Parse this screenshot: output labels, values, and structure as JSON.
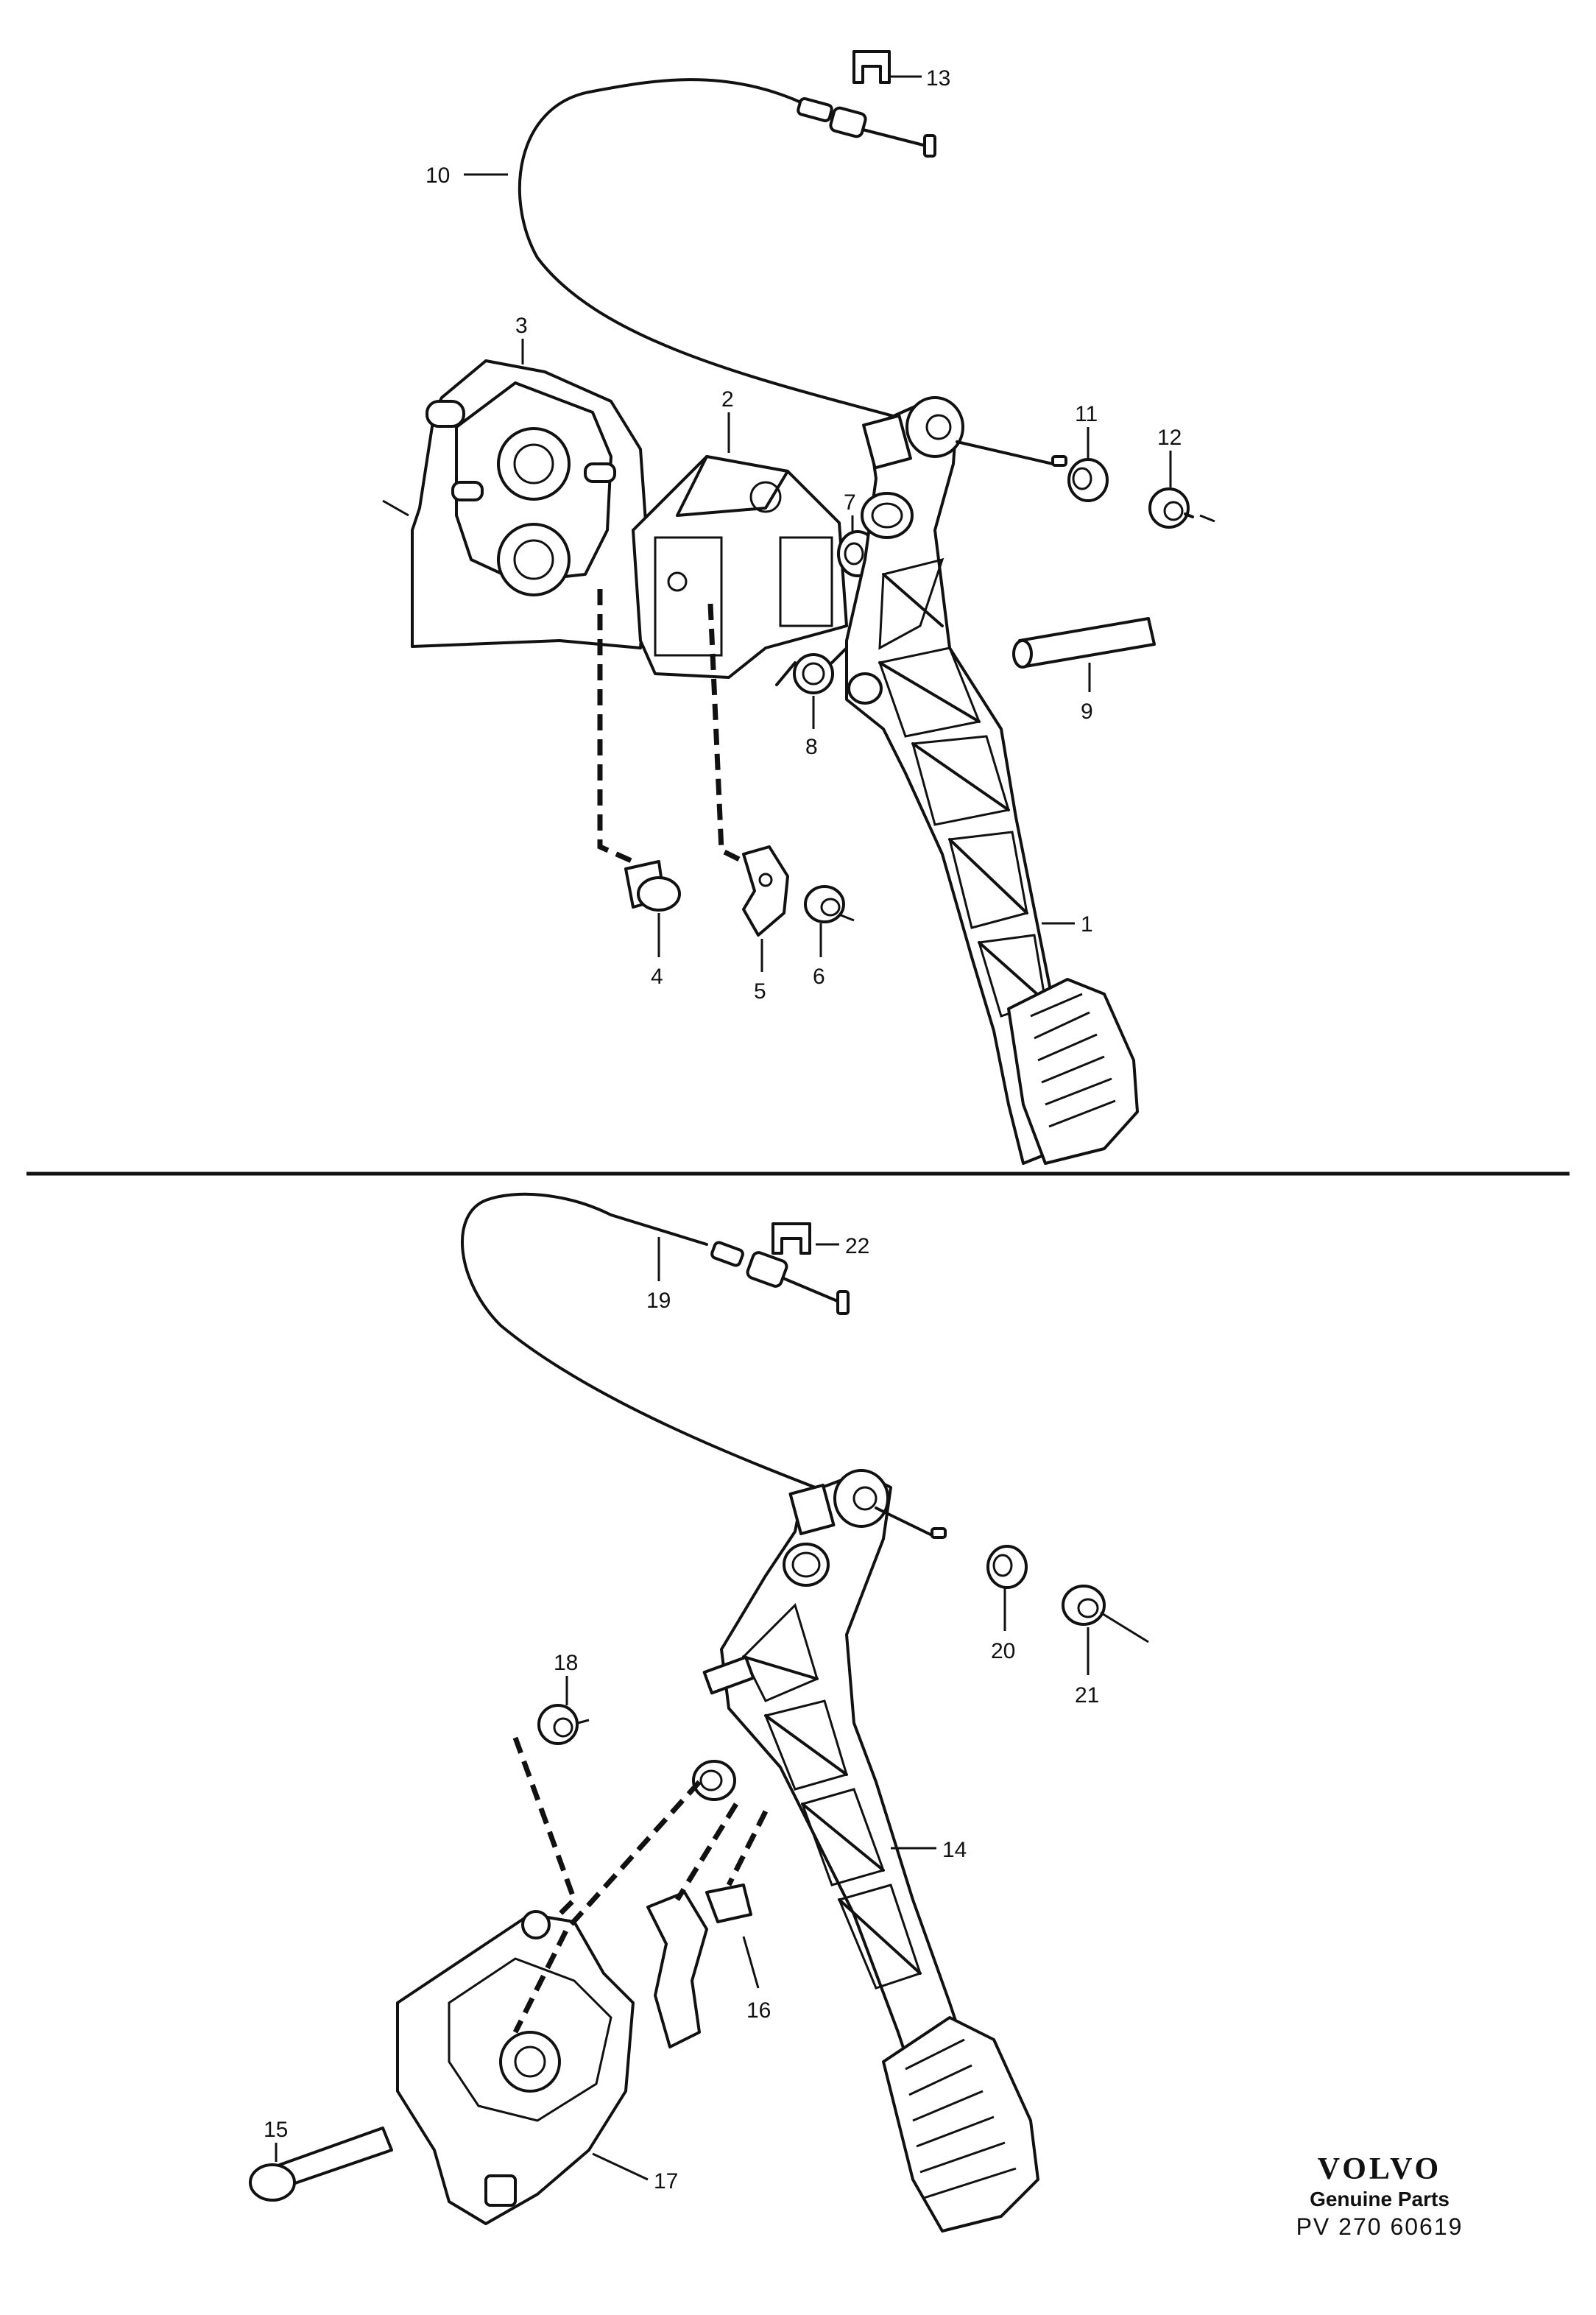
{
  "diagram": {
    "upper_assembly": {
      "callouts": [
        "1",
        "2",
        "3",
        "4",
        "5",
        "6",
        "7",
        "8",
        "9",
        "10",
        "11",
        "12",
        "13"
      ]
    },
    "lower_assembly": {
      "callouts": [
        "14",
        "15",
        "16",
        "17",
        "18",
        "19",
        "20",
        "21",
        "22"
      ]
    }
  },
  "brand": {
    "logo": "VOLVO",
    "subtitle": "Genuine Parts",
    "code": "PV 270 60619"
  }
}
